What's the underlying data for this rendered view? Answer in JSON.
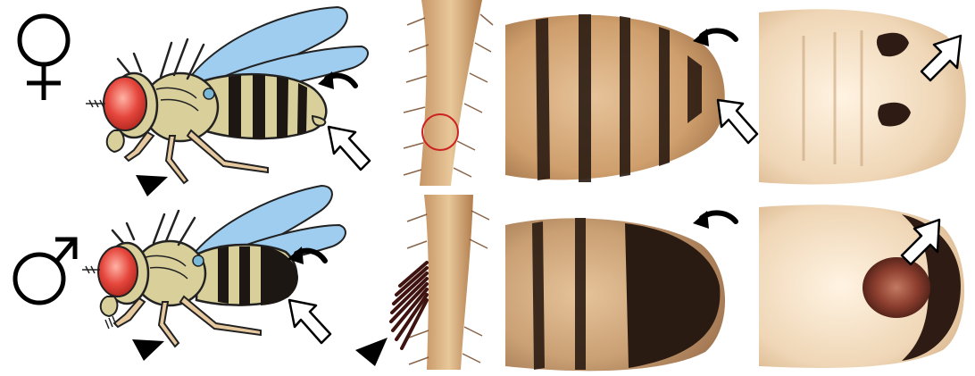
{
  "figure": {
    "rows": [
      {
        "row_id": "female",
        "symbol": "female-symbol-icon"
      },
      {
        "row_id": "male",
        "symbol": "male-symbol-icon"
      }
    ],
    "columns": [
      "fly-illustration",
      "foreleg-closeup",
      "abdomen-dorsal-view",
      "abdomen-ventral-view"
    ],
    "colors": {
      "background": "#ffffff",
      "wing_blue": "#9ecdf0",
      "body_tan": "#d8cf9a",
      "eye_red": "#e5463c",
      "stripe_black": "#1c1713",
      "cuticle_brown": "#a87a50",
      "sex_comb": "#3f1410",
      "highlight_red": "#cc2222"
    }
  }
}
